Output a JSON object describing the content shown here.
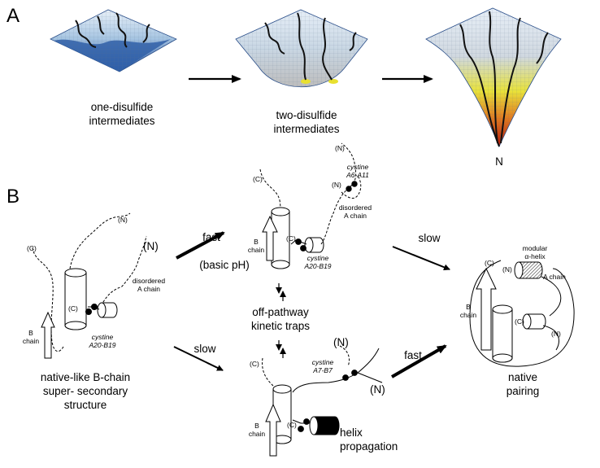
{
  "panel_labels": {
    "a": "A",
    "b": "B"
  },
  "landscape": {
    "one_disulfide_line1": "one-disulfide",
    "one_disulfide_line2": "intermediates",
    "two_disulfide_line1": "two-disulfide",
    "two_disulfide_line2": "intermediates",
    "native": "N"
  },
  "pathway": {
    "fast_top": "fast",
    "basic_ph": "(basic pH)",
    "slow_top": "slow",
    "slow_bottom": "slow",
    "fast_bottom": "fast",
    "off_pathway_line1": "off-pathway",
    "off_pathway_line2": "kinetic traps",
    "native_like_line1": "native-like B-chain",
    "native_like_line2": "super- secondary",
    "native_like_line3": "structure",
    "helix_line1": "helix",
    "helix_line2": "propagation",
    "native_pairing_line1": "native",
    "native_pairing_line2": "pairing"
  },
  "structures": {
    "n_term": "(N)",
    "c_term": "(C)",
    "b_chain_1": "B",
    "b_chain_2": "chain",
    "a_chain": "A chain",
    "disordered_1": "disordered",
    "disordered_2": "A chain",
    "cystine_word": "cystine",
    "cys_a20_b19": "A20-B19",
    "cys_a6_a11": "A6-A11",
    "cys_a7_b7": "A7-B7",
    "modular_1": "modular",
    "modular_2": "α-helix"
  },
  "colors": {
    "funnel_blue": "#2f5fa8",
    "funnel_light": "#b9d4e8",
    "funnel_gray": "#c8c8c8",
    "funnel_yellow": "#e8e030",
    "funnel_red": "#c81e10"
  }
}
